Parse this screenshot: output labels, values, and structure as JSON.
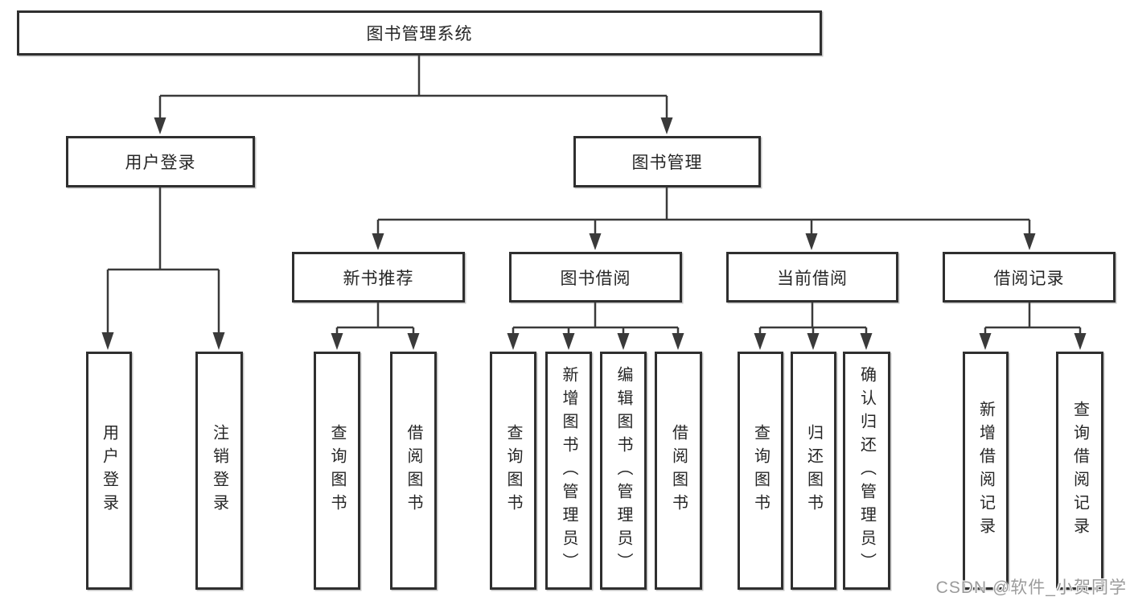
{
  "diagram": {
    "type": "hierarchy-tree",
    "colors": {
      "background": "#ffffff",
      "line": "#3a3a3a",
      "box_border": "#2f2f2f",
      "text": "#262626",
      "watermark_text": "#9b9b9b"
    },
    "nodes": {
      "root": "图书管理系统",
      "user_login": "用户登录",
      "book_management": "图书管理",
      "new_book_rec": "新书推荐",
      "book_borrow": "图书借阅",
      "current_borrow": "当前借阅",
      "borrow_records": "借阅记录",
      "leaves": [
        "用户登录",
        "注销登录",
        "查询图书",
        "借阅图书",
        "查询图书",
        "新增图书（管理员）",
        "编辑图书（管理员）",
        "借阅图书",
        "查询图书",
        "归还图书",
        "确认归还（管理员）",
        "新增借阅记录",
        "查询借阅记录"
      ]
    },
    "hierarchy": {
      "图书管理系统": {
        "用户登录": [
          "用户登录",
          "注销登录"
        ],
        "图书管理": {
          "新书推荐": [
            "查询图书",
            "借阅图书"
          ],
          "图书借阅": [
            "查询图书",
            "新增图书（管理员）",
            "编辑图书（管理员）",
            "借阅图书"
          ],
          "当前借阅": [
            "查询图书",
            "归还图书",
            "确认归还（管理员）"
          ],
          "借阅记录": [
            "新增借阅记录",
            "查询借阅记录"
          ]
        }
      }
    },
    "watermark": "CSDN @软件_小贺同学"
  }
}
